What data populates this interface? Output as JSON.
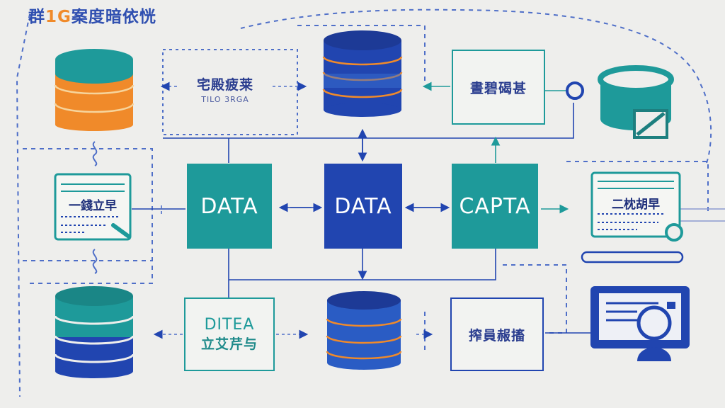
{
  "header": {
    "title_a": "群",
    "title_hl": "1G",
    "title_b": "案度暗依恍"
  },
  "nodes": {
    "box_tl": {
      "zh": "宅殿疲莱",
      "sub": "TILO 3RGA"
    },
    "box_tr": {
      "zh": "晝碧碣甚"
    },
    "box_data_left": {
      "label": "DATA"
    },
    "box_data_center": {
      "label": "DATA"
    },
    "box_capta": {
      "label": "CAPTA"
    },
    "box_bl": {
      "label": "DITEA",
      "zh": "立艾芹与"
    },
    "box_br": {
      "zh": "搾員赧搐"
    },
    "doc_left": {
      "zh": "一錢立早"
    },
    "doc_right": {
      "zh": "二枕胡早"
    }
  },
  "colors": {
    "teal": "#1e9a9a",
    "blue": "#2145b0",
    "orange": "#f08a2a",
    "navy": "#2a3d8f"
  },
  "icons": [
    "database-icon",
    "document-icon",
    "monitor-user-icon",
    "flow-arrow-icon"
  ]
}
